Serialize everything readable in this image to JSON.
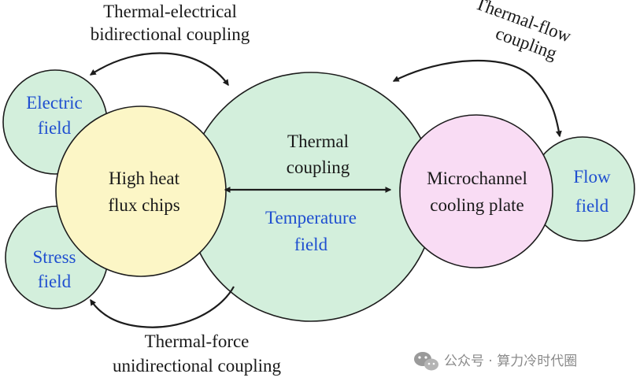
{
  "colors": {
    "green_fill": "#d3efdc",
    "yellow_fill": "#fcf6c6",
    "pink_fill": "#f9dcf4",
    "blue_text": "#1f4fd0",
    "outline": "#1c1c1c"
  },
  "nodes": {
    "electric_field": [
      "Electric",
      "field"
    ],
    "stress_field": [
      "Stress",
      "field"
    ],
    "chips": [
      "High heat",
      "flux chips"
    ],
    "thermal_coupling": [
      "Thermal",
      "coupling"
    ],
    "temperature_field": [
      "Temperature",
      "field"
    ],
    "cooling_plate": [
      "Microchannel",
      "cooling plate"
    ],
    "flow_field": [
      "Flow",
      "field"
    ]
  },
  "couplings": {
    "thermal_electrical": [
      "Thermal-electrical",
      "bidirectional coupling"
    ],
    "thermal_flow": [
      "Thermal-flow",
      "coupling"
    ],
    "thermal_force": [
      "Thermal-force",
      "unidirectional coupling"
    ]
  },
  "watermark": "公众号 · 算力冷时代圈",
  "watermark_icon": "wechat-icon"
}
